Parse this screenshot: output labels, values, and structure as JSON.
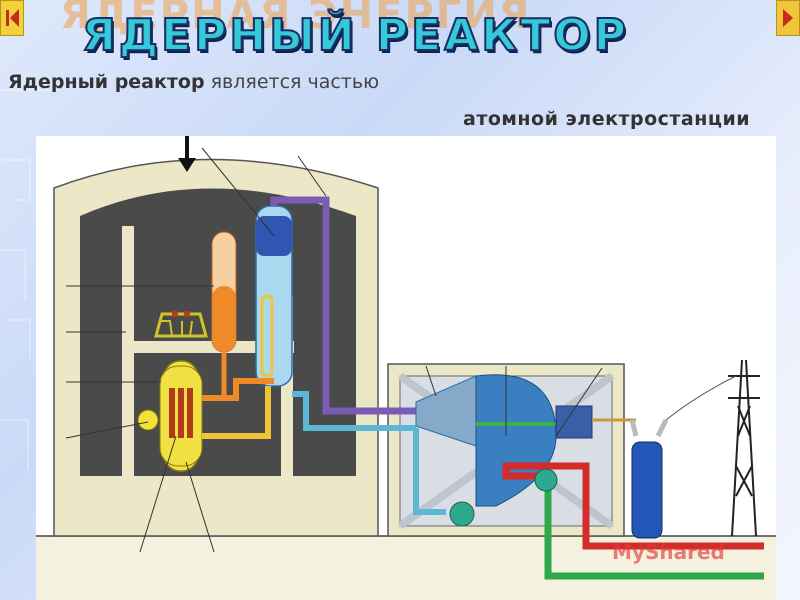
{
  "title": "ЯДЕРНЫЙ РЕАКТОР",
  "title_bg": "ЯДЕРНАЯ ЭНЕРГИЯ",
  "subtitle_bold": "Ядерный реактор",
  "subtitle_rest": " является частью",
  "subtitle_line2": "атомной электростанции",
  "watermark": "MyShared",
  "icons": {
    "first": "skip-first-icon",
    "next": "next-arrow-icon"
  },
  "colors": {
    "containment": "#e9e6c8",
    "containment_inner": "#4a4a4a",
    "primary_loop": "#f2a63a",
    "steam_line": "#7b5bb3",
    "condensate": "#5ab8d6",
    "hot_water": "#d42b2b",
    "cold_water": "#2ea84a",
    "turbine": "#3a7fc0",
    "transformer": "#2456b8"
  }
}
